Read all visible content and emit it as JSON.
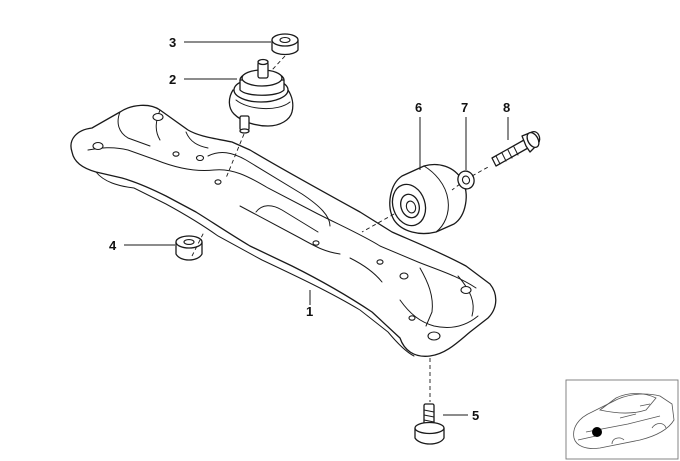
{
  "callouts": {
    "c1": "1",
    "c2": "2",
    "c3": "3",
    "c4": "4",
    "c5": "5",
    "c6": "6",
    "c7": "7",
    "c8": "8"
  },
  "colors": {
    "line": "#1a1a1a",
    "background": "#ffffff",
    "thumbnail_marker": "#000000"
  }
}
